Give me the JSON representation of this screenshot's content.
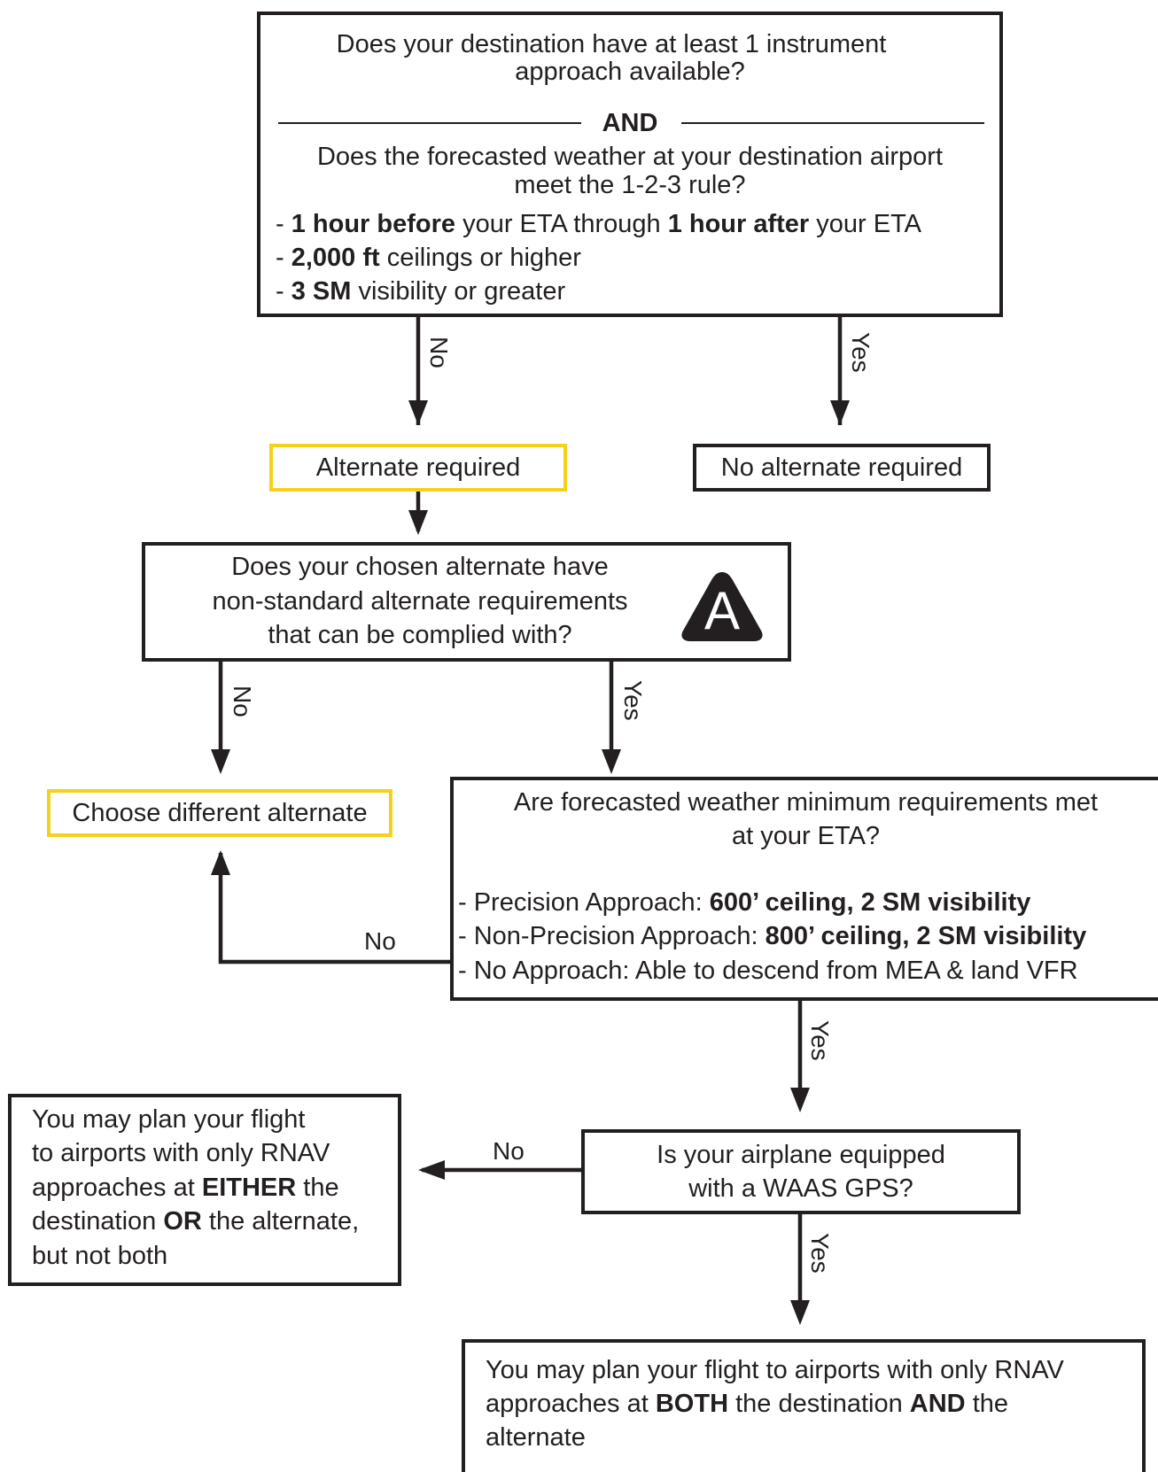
{
  "q1": {
    "line1": "Does your destination have at least 1 instrument",
    "line2": "approach available?",
    "and_label": "AND",
    "line3": "Does the forecasted weather at your destination airport",
    "line4": "meet the 1-2-3 rule?",
    "bullets": [
      {
        "dash": "- ",
        "b1": "1 hour before",
        "t1": " your ETA through ",
        "b2": "1 hour after",
        "t2": " your ETA"
      },
      {
        "dash": "- ",
        "b1": "2,000 ft",
        "t1": " ceilings or higher"
      },
      {
        "dash": "- ",
        "b1": "3 SM",
        "t1": " visibility or greater"
      }
    ]
  },
  "labels": {
    "no": "No",
    "yes": "Yes"
  },
  "alt_required": "Alternate required",
  "no_alt_required": "No alternate required",
  "q2": {
    "line1": "Does your chosen alternate have",
    "line2": "non-standard alternate requirements",
    "line3": "that can be complied with?",
    "badge": "A"
  },
  "choose_different": "Choose different alternate",
  "q3": {
    "line1": "Are forecasted weather minimum requirements met",
    "line2": "at your ETA?",
    "bullets": [
      {
        "t": "- Precision Approach: ",
        "b": "600’ ceiling, 2 SM visibility"
      },
      {
        "t": "- Non-Precision Approach: ",
        "b": "800’ ceiling, 2 SM visibility"
      },
      {
        "t": "- No Approach: Able to descend from MEA & land VFR",
        "b": ""
      }
    ]
  },
  "q4": {
    "line1": "Is your airplane equipped",
    "line2": "with a WAAS GPS?"
  },
  "either": {
    "l1": "You may plan your flight",
    "l2": "to airports with only RNAV",
    "l3a": "approaches at ",
    "l3b": "EITHER",
    "l3c": " the",
    "l4a": "destination ",
    "l4b": "OR",
    "l4c": " the alternate,",
    "l5": "but not both"
  },
  "both": {
    "l1": "You may plan your flight to airports with only RNAV",
    "l2a": "approaches at ",
    "l2b": "BOTH",
    "l2c": " the destination ",
    "l2d": "AND",
    "l2e": " the",
    "l3": "alternate"
  }
}
